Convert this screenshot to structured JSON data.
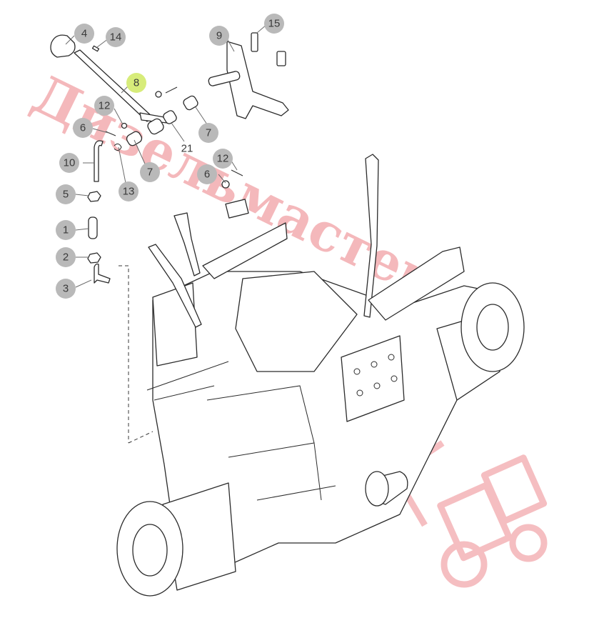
{
  "diagram": {
    "watermark_text": "Дизельмастер",
    "callouts": [
      {
        "id": "4",
        "label": "4"
      },
      {
        "id": "14",
        "label": "14"
      },
      {
        "id": "8",
        "label": "8",
        "highlight": true
      },
      {
        "id": "12a",
        "label": "12"
      },
      {
        "id": "6a",
        "label": "6"
      },
      {
        "id": "10",
        "label": "10"
      },
      {
        "id": "13",
        "label": "13"
      },
      {
        "id": "7a",
        "label": "7"
      },
      {
        "id": "5",
        "label": "5"
      },
      {
        "id": "1",
        "label": "1"
      },
      {
        "id": "2",
        "label": "2"
      },
      {
        "id": "3",
        "label": "3"
      },
      {
        "id": "9",
        "label": "9"
      },
      {
        "id": "15",
        "label": "15"
      },
      {
        "id": "7b",
        "label": "7"
      },
      {
        "id": "12b",
        "label": "12"
      },
      {
        "id": "6b",
        "label": "6"
      }
    ],
    "plain_labels": [
      {
        "id": "21",
        "label": "21"
      }
    ],
    "colors": {
      "callout_fill": "#b9b9b9",
      "callout_highlight": "#d7ec7a",
      "line": "#2b2b2b",
      "watermark": "#e4474f"
    }
  }
}
